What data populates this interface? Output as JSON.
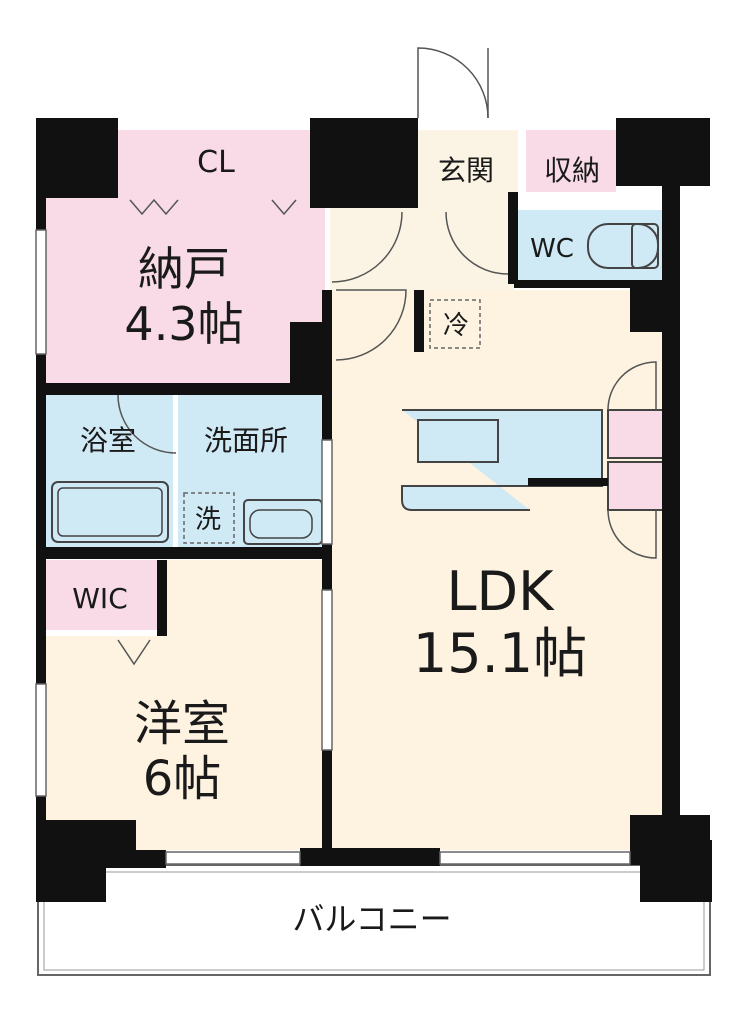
{
  "rooms": {
    "closet": {
      "label": "CL"
    },
    "storage_room": {
      "name": "納戸",
      "size": "4.3帖"
    },
    "entrance": {
      "label": "玄関"
    },
    "storage": {
      "label": "収納"
    },
    "toilet": {
      "label": "WC"
    },
    "fridge": {
      "label": "冷"
    },
    "bathroom": {
      "label": "浴室"
    },
    "washroom": {
      "label": "洗面所"
    },
    "washer": {
      "label": "洗"
    },
    "walk_in_closet": {
      "label": "WIC"
    },
    "western_room": {
      "name": "洋室",
      "size": "6帖"
    },
    "ldk": {
      "name": "LDK",
      "size": "15.1帖"
    },
    "balcony": {
      "label": "バルコニー"
    }
  },
  "colors": {
    "wall": "#111111",
    "pink_room": "#f8dbe6",
    "blue_wet": "#cfe9f5",
    "cream_floor": "#fdf3e0",
    "entry_floor": "#fbf3e4",
    "line": "#444444"
  }
}
